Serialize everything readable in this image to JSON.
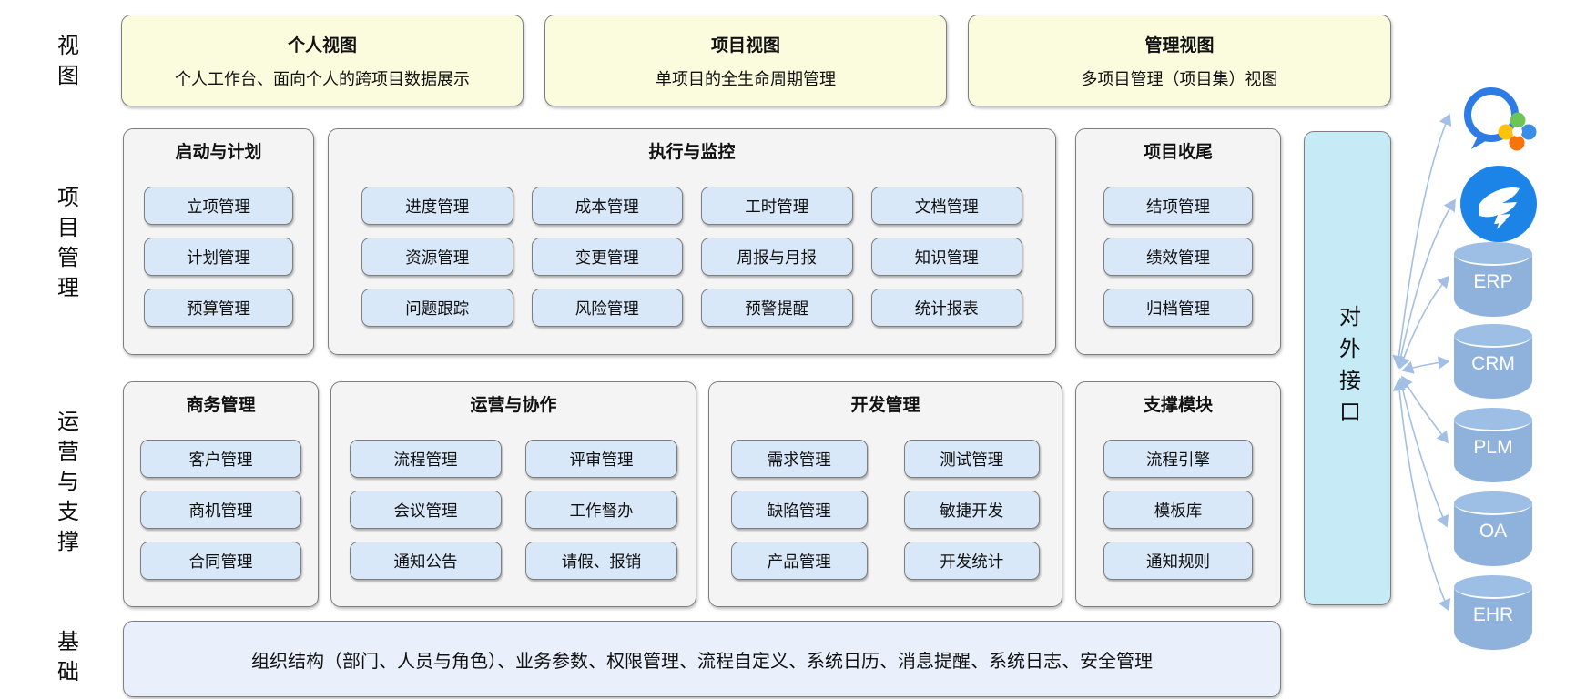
{
  "colors": {
    "view_box_bg": "#fbfbdd",
    "panel_bg": "#f4f4f4",
    "button_bg": "#d9e8f9",
    "external_interface_bg": "#c7ebf6",
    "foundation_bg": "#e9f0fb",
    "cylinder": "#8fb2dc",
    "arrow": "#a3bfe3",
    "border": "#7e7e7e",
    "wecom_blue": "#2d7ce5",
    "dingtalk_blue": "#1d84e7"
  },
  "left_labels": {
    "views": "视图",
    "project_management": "项目管理",
    "operations_support": "运营与支撑",
    "foundation": "基础"
  },
  "views": {
    "personal": {
      "title": "个人视图",
      "subtitle": "个人工作台、面向个人的跨项目数据展示"
    },
    "project": {
      "title": "项目视图",
      "subtitle": "单项目的全生命周期管理"
    },
    "management": {
      "title": "管理视图",
      "subtitle": "多项目管理（项目集）视图"
    }
  },
  "project_management": {
    "initiation": {
      "title": "启动与计划",
      "items": [
        "立项管理",
        "计划管理",
        "预算管理"
      ]
    },
    "execution": {
      "title": "执行与监控",
      "columns": [
        [
          "进度管理",
          "资源管理",
          "问题跟踪"
        ],
        [
          "成本管理",
          "变更管理",
          "风险管理"
        ],
        [
          "工时管理",
          "周报与月报",
          "预警提醒"
        ],
        [
          "文档管理",
          "知识管理",
          "统计报表"
        ]
      ]
    },
    "closing": {
      "title": "项目收尾",
      "items": [
        "结项管理",
        "绩效管理",
        "归档管理"
      ]
    }
  },
  "operations": {
    "business": {
      "title": "商务管理",
      "items": [
        "客户管理",
        "商机管理",
        "合同管理"
      ]
    },
    "collaboration": {
      "title": "运营与协作",
      "columns": [
        [
          "流程管理",
          "会议管理",
          "通知公告"
        ],
        [
          "评审管理",
          "工作督办",
          "请假、报销"
        ]
      ]
    },
    "development": {
      "title": "开发管理",
      "columns": [
        [
          "需求管理",
          "缺陷管理",
          "产品管理"
        ],
        [
          "测试管理",
          "敏捷开发",
          "开发统计"
        ]
      ]
    },
    "support": {
      "title": "支撑模块",
      "items": [
        "流程引擎",
        "模板库",
        "通知规则"
      ]
    }
  },
  "external_interface": {
    "label": "对外接口"
  },
  "foundation_bar": {
    "text": "组织结构（部门、人员与角色）、业务参数、权限管理、流程自定义、系统日历、消息提醒、系统日志、安全管理"
  },
  "integrations": {
    "apps": [
      {
        "icon": "wecom-icon"
      },
      {
        "icon": "dingtalk-icon"
      }
    ],
    "systems": [
      "ERP",
      "CRM",
      "PLM",
      "OA",
      "EHR"
    ]
  }
}
